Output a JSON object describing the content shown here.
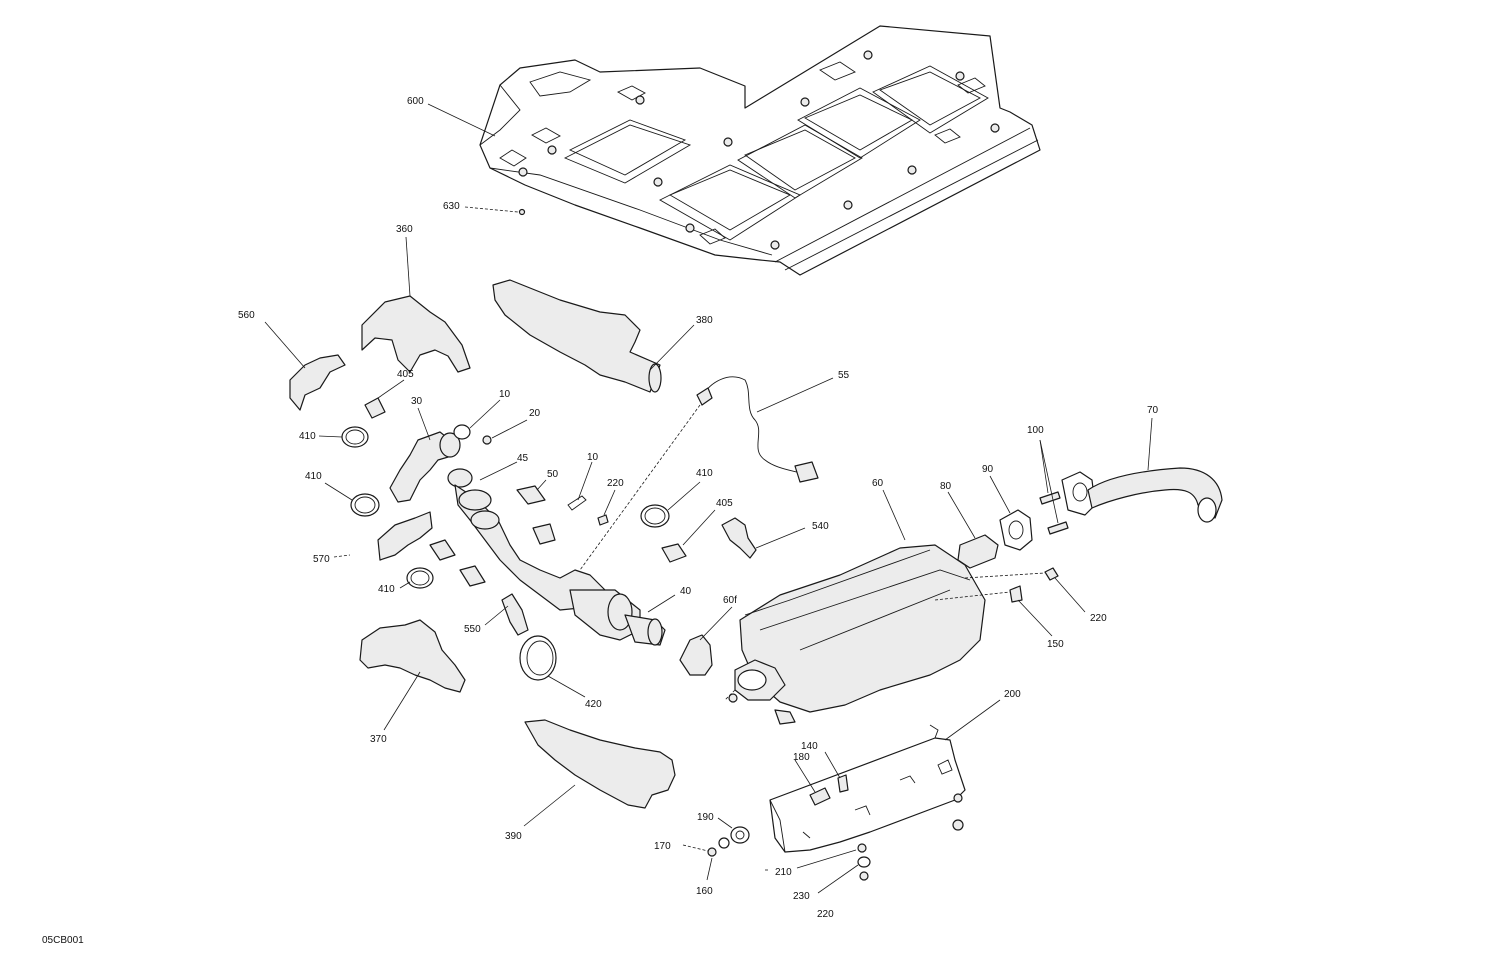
{
  "diagram_code": "05CB001",
  "callouts": [
    "600",
    "630",
    "360",
    "380",
    "560",
    "405",
    "30",
    "10",
    "20",
    "410",
    "45",
    "50",
    "10",
    "220",
    "55",
    "410",
    "405",
    "540",
    "410",
    "570",
    "410",
    "550",
    "40",
    "60f",
    "60",
    "80",
    "90",
    "100",
    "70",
    "220",
    "150",
    "370",
    "420",
    "390",
    "200",
    "180",
    "140",
    "190",
    "170",
    "160",
    "210",
    "230",
    "220"
  ],
  "colors": {
    "line": "#1a1a1a",
    "fill": "#ececec",
    "background": "#ffffff"
  }
}
